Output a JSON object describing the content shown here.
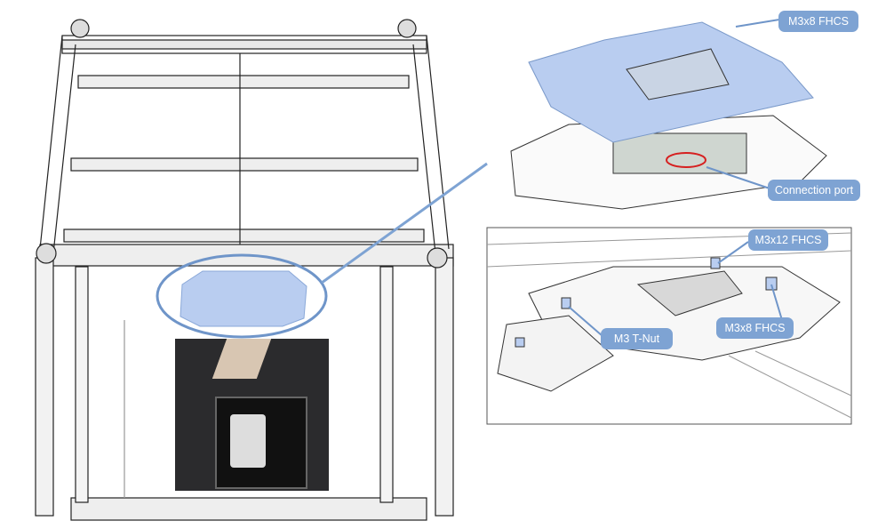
{
  "callouts": {
    "top_screw": "M3x8 FHCS",
    "connection_port": "Connection port",
    "m3x12": "M3x12 FHCS",
    "t_nut": "M3 T-Nut",
    "bottom_screw": "M3x8 FHCS"
  },
  "colors": {
    "callout_bg": "#7ea3d3",
    "highlight_fill": "#b9cdf0",
    "leader_line": "#6f95c9",
    "port_marker": "#d62020"
  }
}
